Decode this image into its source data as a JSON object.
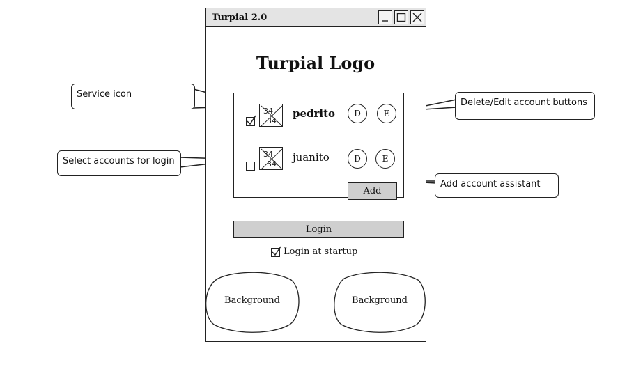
{
  "window": {
    "title": "Turpial 2.0",
    "controls": [
      "minimize",
      "maximize",
      "close"
    ]
  },
  "logo": "Turpial Logo",
  "service_icon_text": "34",
  "accounts": [
    {
      "name": "pedrito",
      "selected": true,
      "delete_label": "D",
      "edit_label": "E"
    },
    {
      "name": "juanito",
      "selected": false,
      "delete_label": "D",
      "edit_label": "E"
    }
  ],
  "add_label": "Add",
  "login_label": "Login",
  "startup": {
    "label": "Login at startup",
    "checked": true
  },
  "backgrounds": [
    "Background",
    "Background"
  ],
  "callouts": {
    "service_icon": "Service icon",
    "select_accounts": "Select accounts for login",
    "delete_edit": "Delete/Edit account buttons",
    "add_assistant": "Add account assistant"
  }
}
